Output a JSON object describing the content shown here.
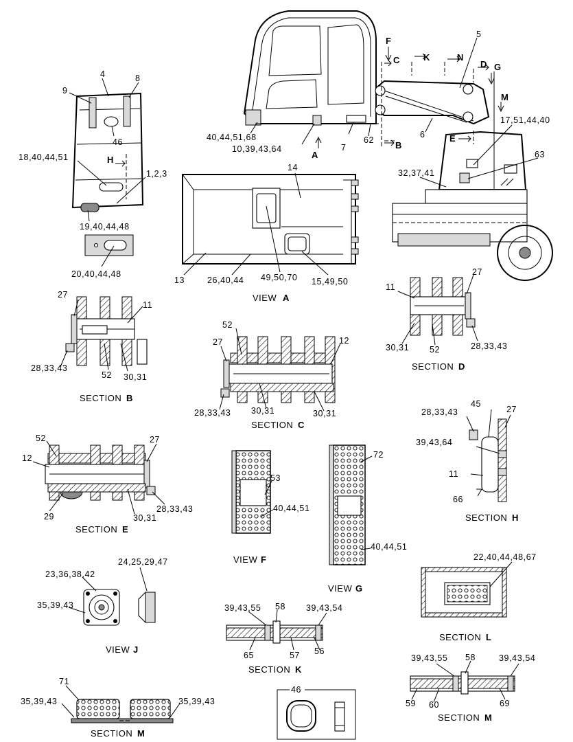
{
  "main_assembly": {
    "labels": {
      "l5": "5",
      "l6": "6",
      "l7": "7",
      "l62": "62",
      "l63": "63",
      "l17": "17,51,44,40",
      "l32": "32,37,41",
      "l40": "40,44,51,68",
      "l10": "10,39,43,64"
    },
    "markers": {
      "F": "F",
      "C": "C",
      "K": "K",
      "N": "N",
      "D": "D",
      "G": "G",
      "M": "M",
      "E": "E",
      "B": "B",
      "A": "A"
    }
  },
  "cab_rear_view": {
    "labels": {
      "l4": "4",
      "l8": "8",
      "l9": "9",
      "l46": "46",
      "lH": "H",
      "l18": "18,40,44,51",
      "l1": "1,2,3",
      "l19": "19,40,44,48",
      "l20": "20,40,44,48"
    }
  },
  "view_a": {
    "caption": "VIEW",
    "letter": "A",
    "labels": {
      "l14": "14",
      "l13": "13",
      "l26": "26,40,44",
      "l49": "49,50,70",
      "l15": "15,49,50"
    }
  },
  "section_b": {
    "caption": "SECTION",
    "letter": "B",
    "labels": {
      "l27": "27",
      "l11": "11",
      "l28": "28,33,43",
      "l52": "52",
      "l30": "30,31"
    }
  },
  "section_c": {
    "caption": "SECTION",
    "letter": "C",
    "labels": {
      "l52": "52",
      "l27": "27",
      "l12": "12",
      "l28": "28,33,43",
      "l30a": "30,31",
      "l30b": "30,31"
    }
  },
  "section_d": {
    "caption": "SECTION",
    "letter": "D",
    "labels": {
      "l11": "11",
      "l27": "27",
      "l30": "30,31",
      "l52": "52",
      "l28": "28,33,43"
    }
  },
  "section_e": {
    "caption": "SECTION",
    "letter": "E",
    "labels": {
      "l52": "52",
      "l27": "27",
      "l12": "12",
      "l29": "29",
      "l30": "30,31",
      "l28": "28,33,43"
    }
  },
  "view_f": {
    "caption": "VIEW",
    "letter": "F",
    "labels": {
      "l53": "53",
      "l40": "40,44,51"
    }
  },
  "view_g": {
    "caption": "VIEW",
    "letter": "G",
    "labels": {
      "l72": "72",
      "l40": "40,44,51"
    }
  },
  "section_h": {
    "caption": "SECTION",
    "letter": "H",
    "labels": {
      "l45": "45",
      "l28": "28,33,43",
      "l27": "27",
      "l39": "39,43,64",
      "l11": "11",
      "l66": "66"
    }
  },
  "view_j": {
    "caption": "VIEW",
    "letter": "J",
    "labels": {
      "l24": "24,25,29,47",
      "l23": "23,36,38,42",
      "l35": "35,39,43"
    }
  },
  "section_k": {
    "caption": "SECTION",
    "letter": "K",
    "labels": {
      "l58": "58",
      "l39a": "39,43,55",
      "l39b": "39,43,54",
      "l65": "65",
      "l57": "57",
      "l56": "56"
    }
  },
  "section_l": {
    "caption": "SECTION",
    "letter": "L",
    "labels": {
      "l22": "22,40,44,48,67"
    }
  },
  "section_m_right": {
    "caption": "SECTION",
    "letter": "M",
    "labels": {
      "l39a": "39,43,55",
      "l58": "58",
      "l39b": "39,43,54",
      "l59": "59",
      "l60": "60",
      "l69": "69"
    }
  },
  "section_m_left": {
    "caption": "SECTION",
    "letter": "M",
    "labels": {
      "l71": "71",
      "l35a": "35,39,43",
      "l35b": "35,39,43"
    }
  },
  "detail_46": {
    "label": "46"
  }
}
